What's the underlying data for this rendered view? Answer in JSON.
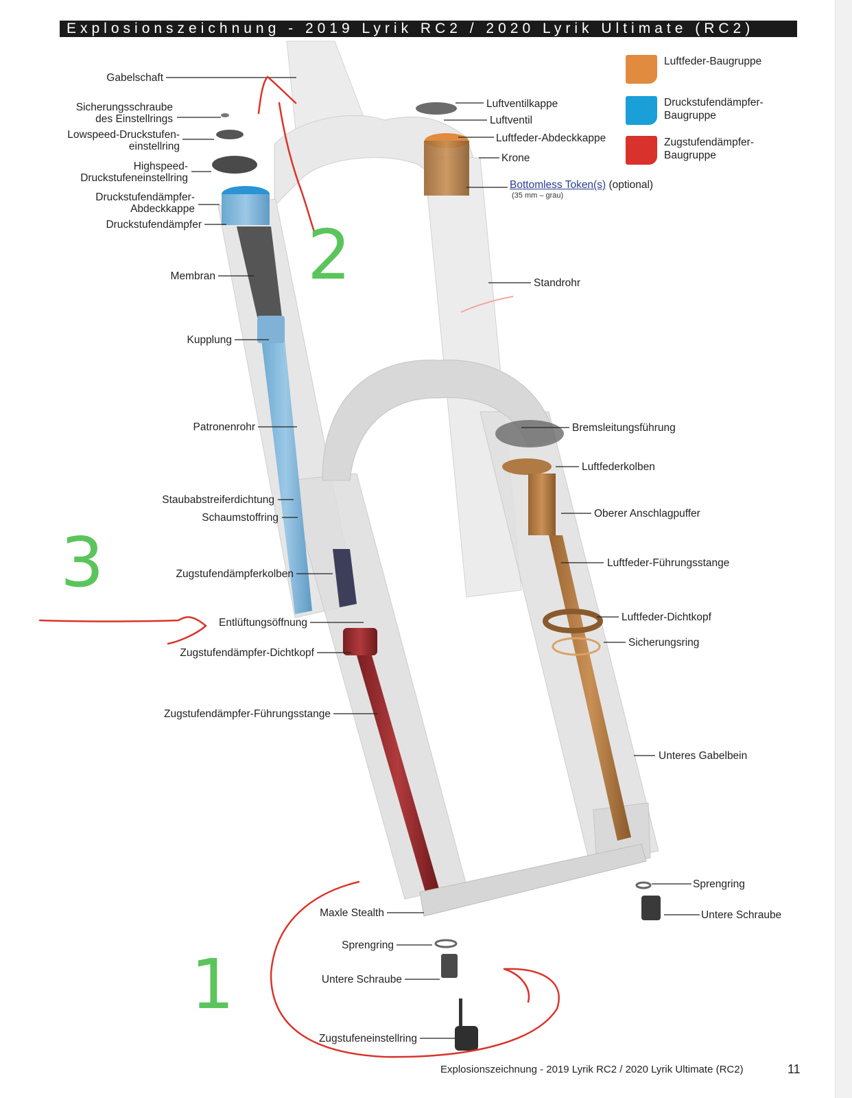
{
  "title": "Explosionszeichnung - 2019 Lyrik RC2 / 2020 Lyrik Ultimate (RC2)",
  "legend": [
    {
      "label": "Luftfeder-Baugruppe",
      "color": "#e08b3f"
    },
    {
      "label": "Druckstufendämpfer-Baugruppe",
      "color": "#1a9fd8"
    },
    {
      "label": "Zugstufendämpfer-Baugruppe",
      "color": "#d9312b"
    }
  ],
  "labels_left": {
    "gabelschaft": "Gabelschaft",
    "sicherungsschraube": "Sicherungsschraube des Einstellrings",
    "lowspeed": "Lowspeed-Druckstufen-einstellring",
    "highspeed": "Highspeed-Druckstufeneinstellring",
    "ds_abdeckkappe": "Druckstufendämpfer-Abdeckkappe",
    "druckstufendaempfer": "Druckstufendämpfer",
    "membran": "Membran",
    "kupplung": "Kupplung",
    "patronenrohr": "Patronenrohr",
    "staubabstreifer": "Staubabstreiferdichtung",
    "schaumstoffring": "Schaumstoffring",
    "zs_kolben": "Zugstufendämpferkolben",
    "entlueftung": "Entlüftungsöffnung",
    "zs_dichtkopf": "Zugstufendämpfer-Dichtkopf",
    "zs_fuehrungsstange": "Zugstufendämpfer-Führungsstange",
    "maxle": "Maxle Stealth",
    "sprengring": "Sprengring",
    "untere_schraube": "Untere Schraube",
    "zs_einstellring": "Zugstufeneinstellring"
  },
  "labels_right": {
    "luftventilkappe": "Luftventilkappe",
    "luftventil": "Luftventil",
    "lf_abdeckkappe": "Luftfeder-Abdeckkappe",
    "krone": "Krone",
    "bottomless": "Bottomless Token(s)",
    "optional": "(optional)",
    "token_note": "(35 mm – grau)",
    "standrohr": "Standrohr",
    "bremsleitung": "Bremsleitungsführung",
    "lf_kolben": "Luftfederkolben",
    "anschlagpuffer": "Oberer Anschlagpuffer",
    "lf_fuehrungsstange": "Luftfeder-Führungsstange",
    "lf_dichtkopf": "Luftfeder-Dichtkopf",
    "sicherungsring": "Sicherungsring",
    "unteres_gabelbein": "Unteres Gabelbein",
    "sprengring": "Sprengring",
    "untere_schraube": "Untere Schraube"
  },
  "annotations": {
    "one": "1",
    "two": "2",
    "three": "3"
  },
  "footer": {
    "text": "Explosionszeichnung - 2019 Lyrik RC2 / 2020 Lyrik Ultimate (RC2)",
    "page": "11"
  }
}
